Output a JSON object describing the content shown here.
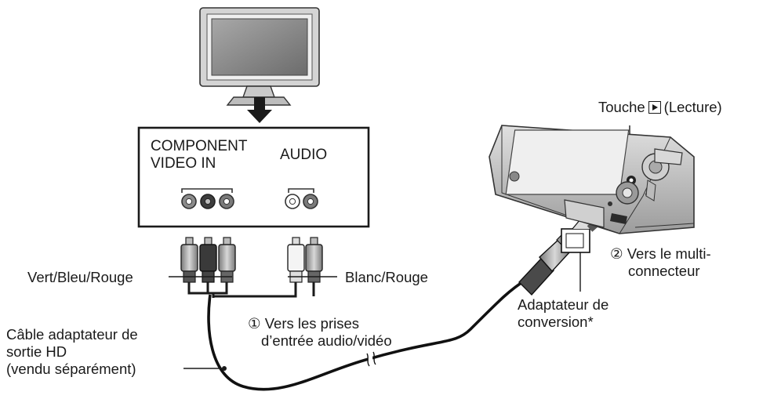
{
  "panel": {
    "component_label_1": "COMPONENT",
    "component_label_2": "VIDEO IN",
    "audio_label": "AUDIO"
  },
  "labels": {
    "play_button_prefix": "Touche",
    "play_button_suffix": "(Lecture)",
    "video_colors": "Vert/Bleu/Rouge",
    "audio_colors": "Blanc/Rouge",
    "step1_marker": "①",
    "step1_line1": "Vers les prises",
    "step1_line2": "d’entrée audio/vidéo",
    "step2_marker": "②",
    "step2_line1": "Vers le multi-",
    "step2_line2": "connecteur",
    "adapter_line1": "Adaptateur de",
    "adapter_line2": "conversion*",
    "cable_line1": "Câble adaptateur de",
    "cable_line2": "sortie HD",
    "cable_line3": "(vendu séparément)"
  },
  "icons": {
    "play": "play-icon"
  },
  "colors": {
    "tv_frame": "#c8c8c8",
    "tv_screen": "#8e8e8e",
    "jack_green": "#9a9a9a",
    "jack_blue": "#4a4a4a",
    "jack_red": "#8a8a8a",
    "jack_white": "#ffffff",
    "camera_body": "#bdbdbd"
  }
}
